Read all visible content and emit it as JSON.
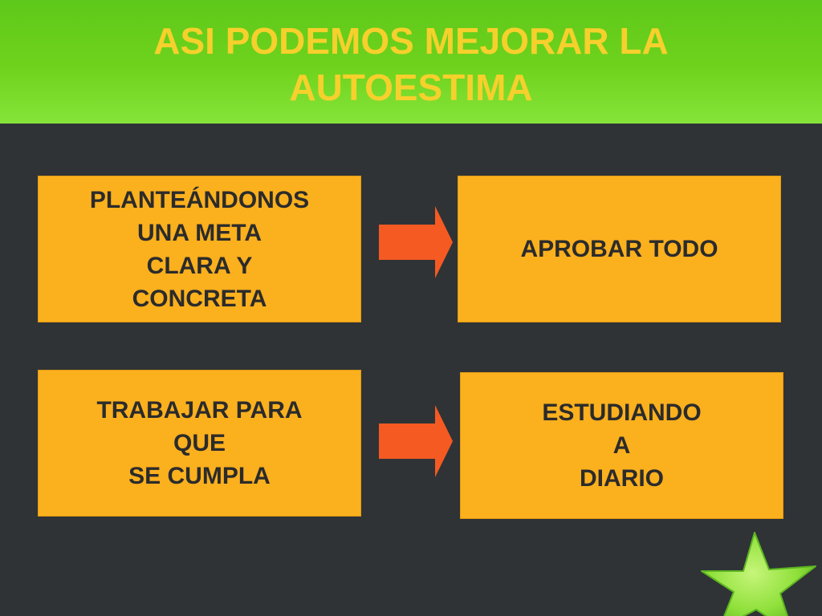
{
  "slide": {
    "title_lines": [
      "ASI PODEMOS MEJORAR LA",
      "AUTOESTIMA"
    ]
  },
  "boxes": [
    {
      "lines": [
        "PLANTEÁNDONOS",
        "UNA META",
        "CLARA Y",
        "CONCRETA"
      ]
    },
    {
      "lines": [
        "APROBAR TODO"
      ]
    },
    {
      "lines": [
        "TRABAJAR PARA",
        "QUE",
        "SE CUMPLA"
      ]
    },
    {
      "lines": [
        "ESTUDIANDO",
        "A",
        "DIARIO"
      ]
    }
  ],
  "colors": {
    "background": "#2f3336",
    "header": "#6fd31c",
    "title": "#f6d02c",
    "box": "#fbb01e",
    "box_text": "#2b2b2b",
    "arrow": "#f55a22",
    "star": "#8fe03a"
  },
  "icons": {
    "arrow": "right-arrow-icon",
    "decoration": "star-icon"
  }
}
